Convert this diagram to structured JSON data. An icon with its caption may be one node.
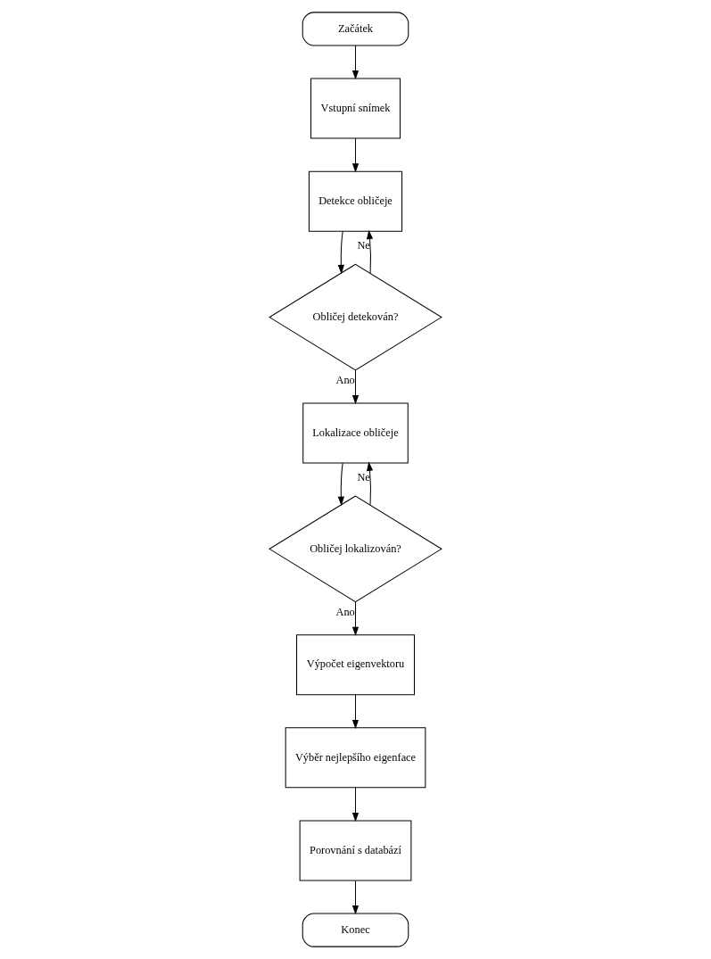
{
  "diagram": {
    "nodes": [
      {
        "text": [
          "Začátek"
        ]
      },
      {
        "text": [
          "Vstupní snímek"
        ]
      },
      {
        "text": [
          "Detekce obličeje"
        ]
      },
      {
        "text": [
          "Obličej detekován?"
        ]
      },
      {
        "text": [
          "Lokalizace obličeje"
        ]
      },
      {
        "text": [
          "Obličej lokalizován?"
        ]
      },
      {
        "text": [
          "Výpočet eigenvektoru"
        ]
      },
      {
        "text": [
          "Výběr nejlepšího eigenface"
        ]
      },
      {
        "text": [
          "Porovnání s databází"
        ]
      },
      {
        "text": [
          "Konec"
        ]
      }
    ],
    "edges": [
      {
        "from": 0,
        "to": 1,
        "arrow": "to"
      },
      {
        "from": 1,
        "to": 2,
        "arrow": "to"
      },
      {
        "from": 2,
        "to": 3,
        "arrow": "to"
      },
      {
        "from": 3,
        "to": 2,
        "label": "Ne",
        "arrow": "to"
      },
      {
        "from": 3,
        "to": 4,
        "label": "Ano",
        "arrow": "to"
      },
      {
        "from": 4,
        "to": 5,
        "arrow": "to"
      },
      {
        "from": 5,
        "to": 4,
        "label": "Ne",
        "arrow": "to"
      },
      {
        "from": 5,
        "to": 6,
        "label": "Ano",
        "arrow": "to"
      },
      {
        "from": 6,
        "to": 7,
        "arrow": "to"
      },
      {
        "from": 7,
        "to": 8,
        "arrow": "to"
      },
      {
        "from": 8,
        "to": 9,
        "arrow": "to"
      }
    ]
  }
}
